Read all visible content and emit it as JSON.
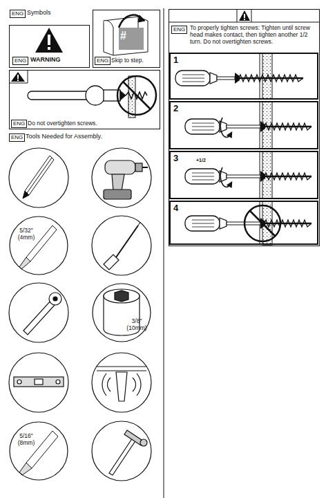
{
  "diagram": {
    "nodes": [
      {
        "text": [
          "ENG"
        ]
      },
      {
        "text": [
          "WARNING"
        ]
      },
      {
        "text": [
          "ENG"
        ],
        "in": 1
      },
      {
        "text": [
          "#",
          "Skip to step."
        ]
      },
      {
        "text": [
          "ENG"
        ],
        "in": 3
      },
      {
        "text": [
          "Do not overtighten screws."
        ]
      },
      {
        "text": [
          "ENG"
        ],
        "in": 5
      },
      {
        "text": [
          "ENG"
        ]
      },
      {
        "text": [
          "5/32\" (4mm)"
        ]
      },
      {
        "text": [
          "3/8\" (10mm)"
        ]
      },
      {
        "text": [
          "5/16\" (8mm)"
        ]
      },
      {
        "text": [
          "To properly tighten screws: Tighten until screw head makes contact, then tighten another 1/2 turn. Do not overtighten screws."
        ]
      },
      {
        "text": [
          "ENG"
        ],
        "in": 11
      },
      {
        "text": [
          "1"
        ],
        "in": 11
      },
      {
        "text": [
          "2"
        ],
        "in": 11
      },
      {
        "text": [
          "3",
          "+1/2"
        ],
        "in": 11
      },
      {
        "text": [
          "4"
        ],
        "in": 11
      }
    ],
    "labels": [
      "Symbols",
      "Tools Needed for Assembly."
    ]
  }
}
